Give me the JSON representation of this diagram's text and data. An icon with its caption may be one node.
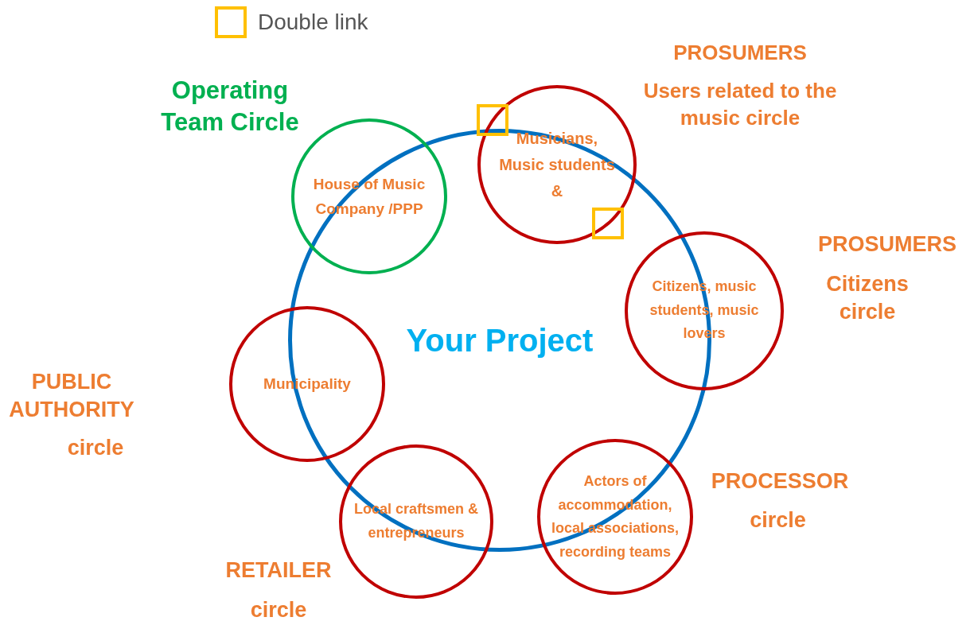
{
  "diagram": {
    "nodes": [
      {
        "text": [
          "Your Project"
        ]
      },
      {
        "text": [
          "Operating Team Circle",
          "House of Music Company /PPP"
        ]
      },
      {
        "text": [
          "Musicians, Music students &"
        ],
        "beside": [
          "PROSUMERS",
          "Users related to the music circle"
        ]
      },
      {
        "text": [
          "Citizens, music students, music lovers"
        ],
        "beside": [
          "PROSUMERS",
          "Citizens circle"
        ]
      },
      {
        "text": [
          "Actors of accommodation, local associations, recording teams"
        ]
      },
      {
        "text": [
          "Local craftsmen & entrepreneurs"
        ],
        "beside": [
          "RETAILER",
          "circle"
        ]
      },
      {
        "text": [
          "Municipality"
        ],
        "beside": [
          "PUBLIC AUTHORITY",
          "circle"
        ]
      }
    ],
    "edges": [],
    "labels": [
      "PROCESSOR",
      "circle"
    ],
    "legend": [
      {
        "text": "Double link"
      }
    ]
  }
}
